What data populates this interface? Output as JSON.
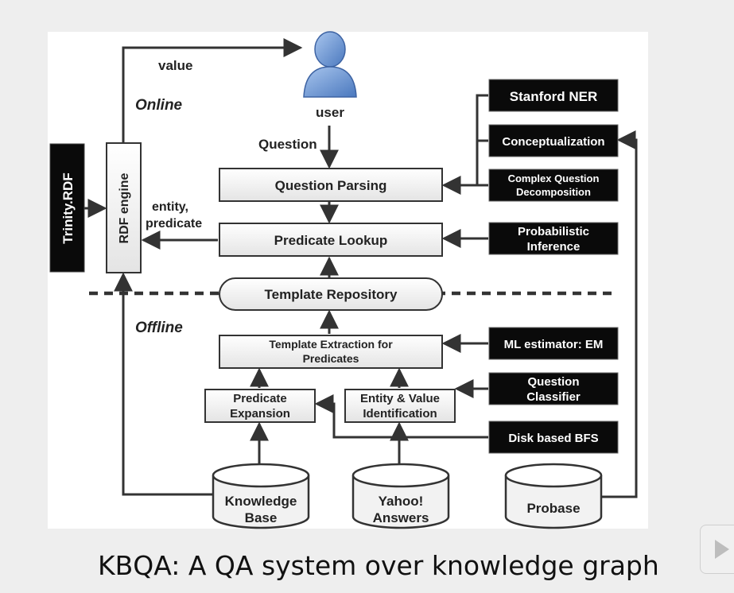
{
  "caption": "KBQA: A QA system over knowledge graph",
  "diagram": {
    "user": "user",
    "value": "value",
    "online": "Online",
    "offline": "Offline",
    "question": "Question",
    "entity": "entity,",
    "predicate": "predicate",
    "trinity": "Trinity.RDF",
    "rdf_engine": "RDF engine",
    "question_parsing": "Question Parsing",
    "predicate_lookup": "Predicate Lookup",
    "template_repository": "Template Repository",
    "template_extraction": [
      "Template Extraction for",
      "Predicates"
    ],
    "predicate_expansion": [
      "Predicate",
      "Expansion"
    ],
    "entity_value": [
      "Entity & Value",
      "Identification"
    ],
    "stanford_ner": "Stanford NER",
    "conceptualization": "Conceptualization",
    "complex_question": [
      "Complex Question",
      "Decomposition"
    ],
    "probabilistic": [
      "Probabilistic",
      "Inference"
    ],
    "ml_estimator": "ML estimator: EM",
    "question_classifier": [
      "Question",
      "Classifier"
    ],
    "disk_bfs": "Disk based BFS",
    "knowledge_base": [
      "Knowledge",
      "Base"
    ],
    "yahoo": [
      "Yahoo!",
      "Answers"
    ],
    "probase": "Probase"
  },
  "colors": {
    "box_fill": "#f5f5f5",
    "dark_box": "#0a0a0a",
    "arrow": "#333333",
    "user_icon": "#6f9bd6"
  }
}
